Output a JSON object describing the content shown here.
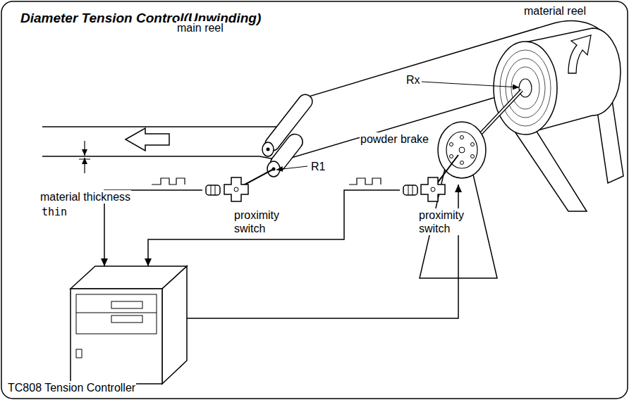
{
  "diagram": {
    "title": "Diameter Tension Control(Unwinding)",
    "nodes": [
      {
        "text": [
          "powder brake"
        ]
      },
      {
        "text": [
          "proximity switch"
        ]
      },
      {
        "text": [
          "proximity switch"
        ]
      },
      {
        "text": [
          "TC808 Tension Controller"
        ]
      }
    ],
    "edges": [
      {
        "from": 1,
        "to": 3,
        "arrow": "to"
      },
      {
        "from": 2,
        "to": 3,
        "arrow": "to"
      },
      {
        "from": 3,
        "to": 0,
        "arrow": "to"
      }
    ],
    "labels": [
      "main reel",
      "material reel",
      "Rx",
      "R1",
      "material thickness",
      "thin"
    ]
  }
}
